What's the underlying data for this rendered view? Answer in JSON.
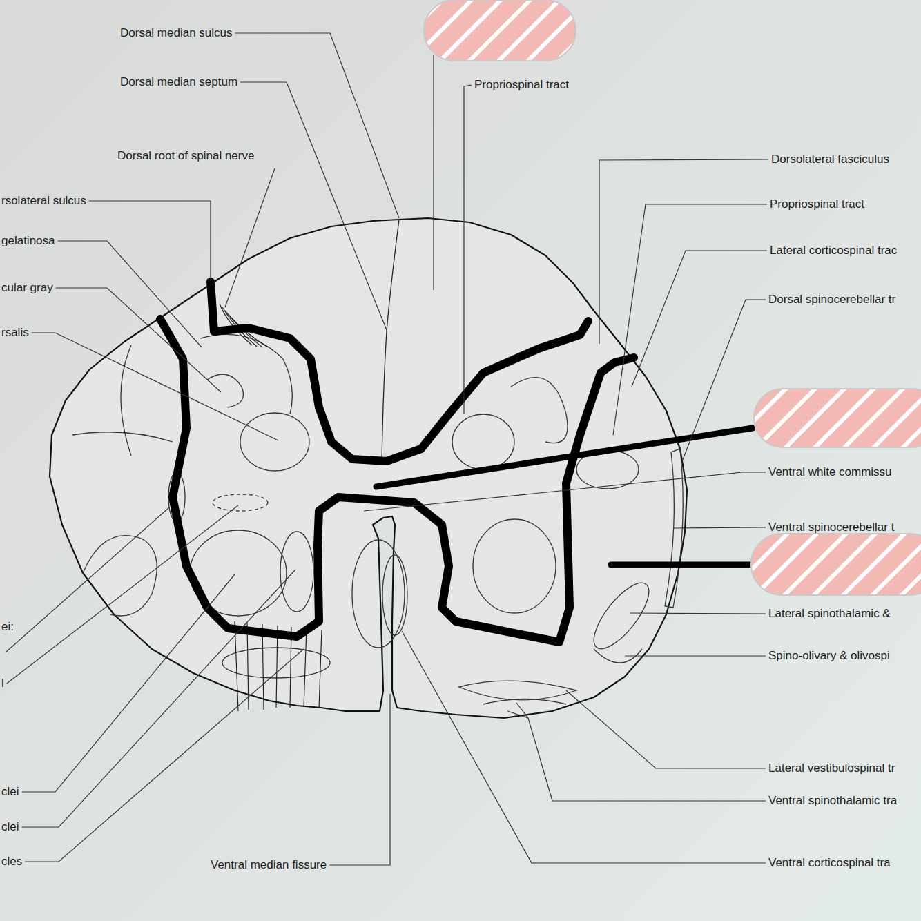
{
  "diagram": {
    "labels": [
      "Dorsal median sulcus",
      "Dorsal median septum",
      "Dorsal root of spinal nerve",
      "rsolateral sulcus",
      "gelatinosa",
      "cular gray",
      "rsalis",
      "ei:",
      "l",
      "clei",
      "clei",
      "cles",
      "Ventral median fissure",
      "Propriospinal tract",
      "Dorsolateral fasciculus",
      "Propriospinal tract",
      "Lateral corticospinal trac",
      "Dorsal spinocerebellar tr",
      "Ventral white commissu",
      "Ventral spinocerebellar t",
      "Lateral spinothalamic &",
      "Spino-olivary & olivospi",
      "Lateral vestibulospinal tr",
      "Ventral spinothalamic tra",
      "Ventral corticospinal tra"
    ]
  }
}
